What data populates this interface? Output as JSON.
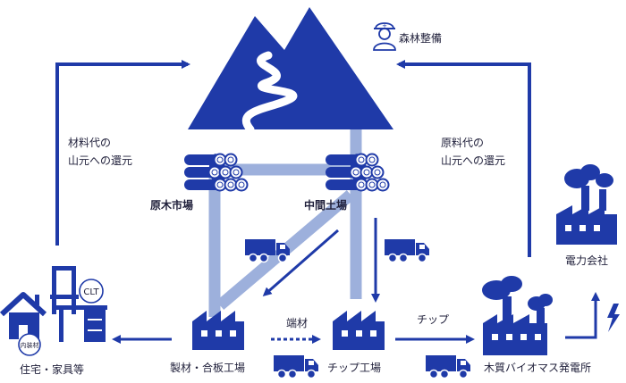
{
  "colors": {
    "primary": "#1F3AA8",
    "light": "#9DB0DC",
    "text": "#1f1f3a"
  },
  "nodes": {
    "forest_management": "森林整備",
    "log_market": "原木市場",
    "intermediate_yard": "中間土場",
    "sawmill": "製材・合板工場",
    "chip_factory": "チップ工場",
    "biomass_plant": "木質バイオマス発電所",
    "power_company": "電力会社",
    "housing": "住宅・家具等"
  },
  "flows": {
    "left_return": [
      "材料代の",
      "山元への還元"
    ],
    "right_return": [
      "原料代の",
      "山元への還元"
    ],
    "offcuts": "端材",
    "chips": "チップ"
  },
  "badges": {
    "clt": "CLT",
    "interior": "内装材"
  },
  "icons": [
    "mountain-icon",
    "worker-icon",
    "log-pile-icon",
    "truck-icon",
    "factory-icon",
    "power-plant-icon",
    "lightning-icon",
    "house-icon",
    "chair-icon",
    "desk-icon"
  ]
}
